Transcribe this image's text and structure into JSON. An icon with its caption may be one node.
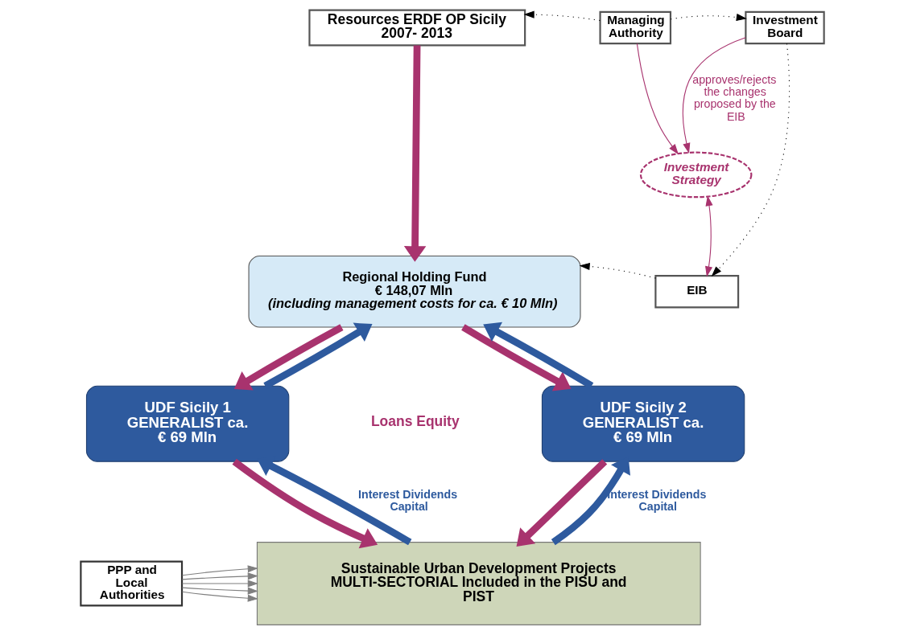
{
  "diagram": {
    "nodes": [
      {
        "text": [
          "Resources ERDF OP Sicily 2007- 2013"
        ]
      },
      {
        "text": [
          "Managing Authority"
        ]
      },
      {
        "text": [
          "Investment Board"
        ]
      },
      {
        "text": [
          "Investment Strategy"
        ]
      },
      {
        "text": [
          "EIB"
        ]
      },
      {
        "text": [
          "Regional Holding Fund",
          "€ 148,07 Mln",
          "(including management costs for ca. € 10 Mln)"
        ]
      },
      {
        "text": [
          "UDF Sicily 1 GENERALIST ca. € 69 Mln"
        ]
      },
      {
        "text": [
          "UDF Sicily 2 GENERALIST ca. € 69 Mln"
        ]
      },
      {
        "text": [
          "Sustainable Urban Development Projects MULTI-SECTORIAL Included in the PISU and PIST"
        ]
      },
      {
        "text": [
          "PPP and Local Authorities"
        ]
      }
    ],
    "edges": [
      {
        "from": 1,
        "to": 0,
        "arrow": "to",
        "style": "dashed",
        "color": "#000000"
      },
      {
        "from": 1,
        "to": 2,
        "arrow": "to",
        "style": "dashed",
        "color": "#000000"
      },
      {
        "from": 1,
        "to": 3,
        "arrow": "to",
        "color": "#a8336e"
      },
      {
        "from": 2,
        "to": 3,
        "arrow": "to",
        "color": "#a8336e",
        "label": "approves/rejects the changes proposed by the EIB"
      },
      {
        "from": 4,
        "to": 3,
        "arrow": "both",
        "color": "#a8336e"
      },
      {
        "from": 2,
        "to": 4,
        "arrow": "to",
        "style": "dashed",
        "color": "#000000"
      },
      {
        "from": 4,
        "to": 5,
        "arrow": "to",
        "style": "dashed",
        "color": "#000000"
      },
      {
        "from": 0,
        "to": 5,
        "arrow": "to",
        "style": "thick",
        "color": "#a8336e"
      },
      {
        "from": 6,
        "to": 5,
        "arrow": "to",
        "style": "thick",
        "color": "#2e5a9e"
      },
      {
        "from": 5,
        "to": 6,
        "arrow": "to",
        "style": "thick",
        "color": "#a8336e"
      },
      {
        "from": 5,
        "to": 7,
        "arrow": "to",
        "style": "thick",
        "color": "#a8336e"
      },
      {
        "from": 7,
        "to": 5,
        "arrow": "to",
        "style": "thick",
        "color": "#2e5a9e"
      },
      {
        "from": 8,
        "to": 6,
        "arrow": "to",
        "style": "thick",
        "color": "#2e5a9e",
        "label": "Interest Dividends Capital"
      },
      {
        "from": 6,
        "to": 8,
        "arrow": "to",
        "style": "thick",
        "color": "#a8336e"
      },
      {
        "from": 7,
        "to": 8,
        "arrow": "to",
        "style": "thick",
        "color": "#a8336e"
      },
      {
        "from": 8,
        "to": 7,
        "arrow": "to",
        "style": "thick",
        "color": "#2e5a9e",
        "label": "Interest Dividends Capital"
      },
      {
        "from": 9,
        "to": 8,
        "arrow": "to",
        "color": "#7f7f7f"
      },
      {
        "from": 9,
        "to": 8,
        "arrow": "to",
        "color": "#7f7f7f"
      },
      {
        "from": 9,
        "to": 8,
        "arrow": "to",
        "color": "#7f7f7f"
      },
      {
        "from": 9,
        "to": 8,
        "arrow": "to",
        "color": "#7f7f7f"
      },
      {
        "from": 9,
        "to": 8,
        "arrow": "to",
        "color": "#7f7f7f"
      }
    ],
    "labels": [
      "Loans Equity"
    ]
  }
}
